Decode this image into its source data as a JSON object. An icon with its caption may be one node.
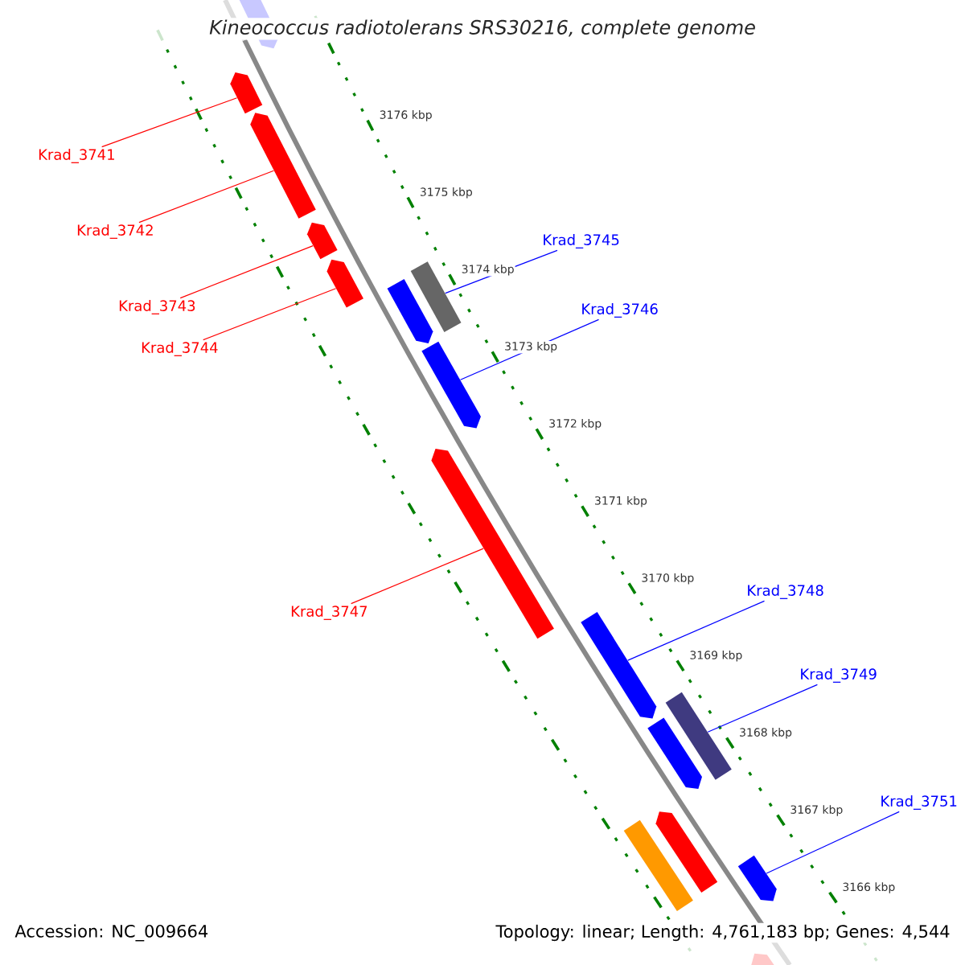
{
  "diagram": {
    "title": "Kineococcus radiotolerans SRS30216, complete genome",
    "nodes": [
      {
        "text": [
          "Krad_3741"
        ]
      },
      {
        "text": [
          "Krad_3742"
        ]
      },
      {
        "text": [
          "Krad_3743"
        ]
      },
      {
        "text": [
          "Krad_3744"
        ]
      },
      {
        "text": [
          "Krad_3745"
        ]
      },
      {
        "text": [
          "Krad_3746"
        ]
      },
      {
        "text": [
          "Krad_3747"
        ]
      },
      {
        "text": [
          "Krad_3748"
        ]
      },
      {
        "text": [
          "Krad_3749"
        ]
      },
      {
        "text": [
          "Krad_3751"
        ]
      },
      {
        "text": [],
        "shape": "arrow"
      },
      {
        "text": [],
        "shape": "arrow"
      },
      {
        "text": [],
        "shape": "arrow"
      },
      {
        "text": [],
        "shape": "arrow"
      },
      {
        "text": [],
        "shape": "arrow"
      },
      {
        "text": [],
        "shape": "arrow"
      },
      {
        "text": [],
        "shape": "box"
      },
      {
        "text": [],
        "shape": "arrow"
      },
      {
        "text": [],
        "shape": "arrow"
      },
      {
        "text": [],
        "shape": "arrow"
      },
      {
        "text": [],
        "shape": "box"
      },
      {
        "text": [],
        "shape": "arrow"
      },
      {
        "text": [],
        "shape": "box"
      },
      {
        "text": [],
        "shape": "arrow"
      },
      {
        "text": [],
        "shape": "arrow"
      },
      {
        "text": [],
        "shape": "arrow"
      }
    ],
    "edges": [
      {
        "from": 0,
        "to": 11,
        "arrow": "none"
      },
      {
        "from": 1,
        "to": 12,
        "arrow": "none"
      },
      {
        "from": 2,
        "to": 13,
        "arrow": "none"
      },
      {
        "from": 3,
        "to": 14,
        "arrow": "none"
      },
      {
        "from": 4,
        "to": 16,
        "arrow": "none",
        "color": "#0000ff"
      },
      {
        "from": 5,
        "to": 17,
        "arrow": "none",
        "color": "#0000ff"
      },
      {
        "from": 6,
        "to": 18,
        "arrow": "none"
      },
      {
        "from": 7,
        "to": 19,
        "arrow": "none",
        "color": "#0000ff"
      },
      {
        "from": 8,
        "to": 20,
        "arrow": "none",
        "color": "#0000ff"
      },
      {
        "from": 9,
        "to": 24,
        "arrow": "none",
        "color": "#0000ff"
      }
    ],
    "labels": [
      "3176 kbp",
      "3175 kbp",
      "3174 kbp",
      "3173 kbp",
      "3172 kbp",
      "3171 kbp",
      "3170 kbp",
      "3169 kbp",
      "3168 kbp",
      "3167 kbp",
      "3166 kbp",
      "Accession: NC_009664",
      "Topology: linear; Length: 4,761,183 bp; Genes: 4,544"
    ]
  }
}
